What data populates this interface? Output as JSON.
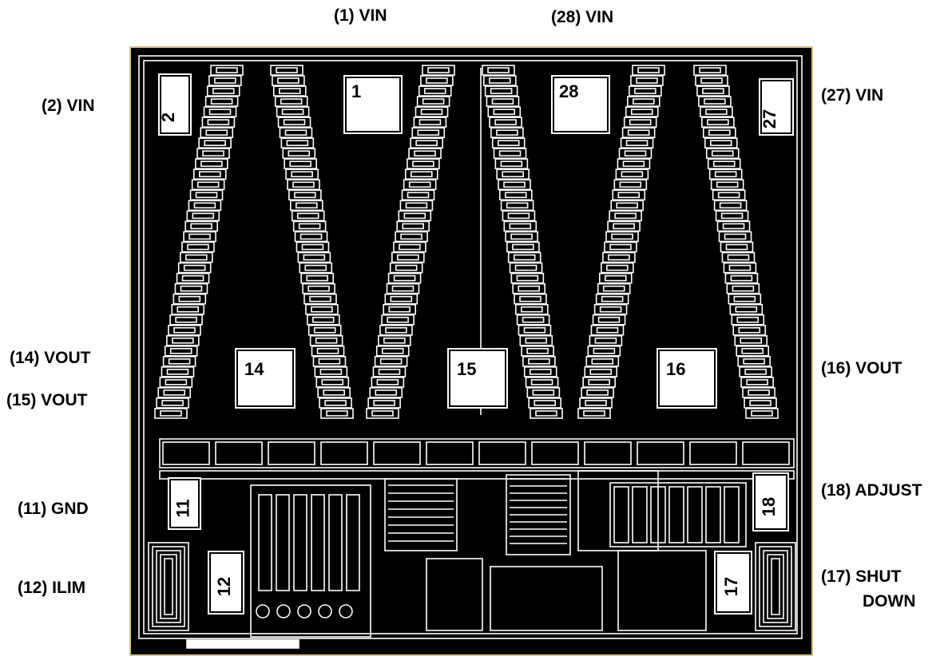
{
  "labels": {
    "pin1": "(1) VIN",
    "pin28": "(28) VIN",
    "pin2": "(2) VIN",
    "pin27": "(27) VIN",
    "pin14": "(14) VOUT",
    "pin15": "(15) VOUT",
    "pin16": "(16) VOUT",
    "pin11": "(11) GND",
    "pin18": "(18) ADJUST",
    "pin12": "(12) ILIM",
    "pin17_line1": "(17) SHUT",
    "pin17_line2": "DOWN"
  },
  "pads": {
    "p1": "1",
    "p28": "28",
    "p2": "2",
    "p27": "27",
    "p14": "14",
    "p15": "15",
    "p16": "16",
    "p11": "11",
    "p18": "18",
    "p12": "12",
    "p17": "17"
  },
  "colors": {
    "die_background": "#000000",
    "metal": "#ffffff",
    "die_border": "#d8c37a"
  }
}
